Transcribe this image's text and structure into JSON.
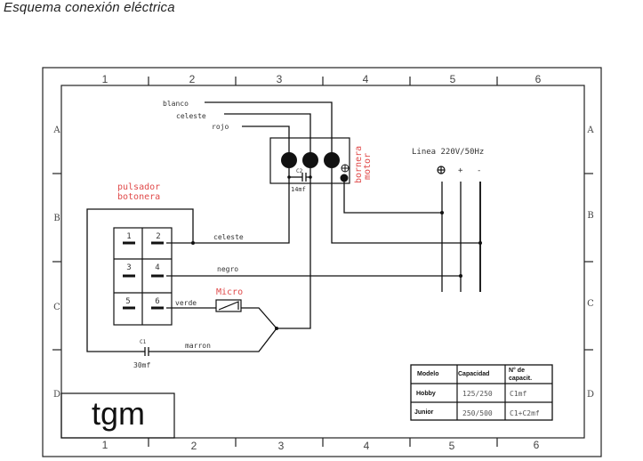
{
  "title": "Esquema conexión eléctrica",
  "frame": {
    "columns": [
      "1",
      "2",
      "3",
      "4",
      "5",
      "6"
    ],
    "rows": [
      "A",
      "B",
      "C",
      "D"
    ]
  },
  "logo": "tgm",
  "wires": {
    "blanco": "blanco",
    "celeste_top": "celeste",
    "rojo": "rojo",
    "celeste": "celeste",
    "negro": "negro",
    "verde": "verde",
    "marron": "marron"
  },
  "components": {
    "bornera_line1": "bornera",
    "bornera_line2": "motor",
    "pulsador_line1": "pulsador",
    "pulsador_line2": "botonera",
    "micro": "Micro",
    "c2_label": "C2",
    "c2_value": "14mf",
    "c1_label": "C1",
    "c1_value": "30mf",
    "linea": "Linea 220V/50Hz",
    "linea_plus": "+",
    "linea_minus": "-",
    "terminals": [
      "1",
      "2",
      "3",
      "4",
      "5",
      "6"
    ]
  },
  "table": {
    "headers": [
      "Modelo",
      "Capacidad",
      "N° de",
      "capacit."
    ],
    "rows": [
      {
        "modelo": "Hobby",
        "capacidad": "125/250",
        "capacitores": "C1mf"
      },
      {
        "modelo": "Junior",
        "capacidad": "250/500",
        "capacitores": "C1+C2mf"
      }
    ]
  },
  "colors": {
    "label_red": "#e04a4a",
    "line": "#111111"
  }
}
